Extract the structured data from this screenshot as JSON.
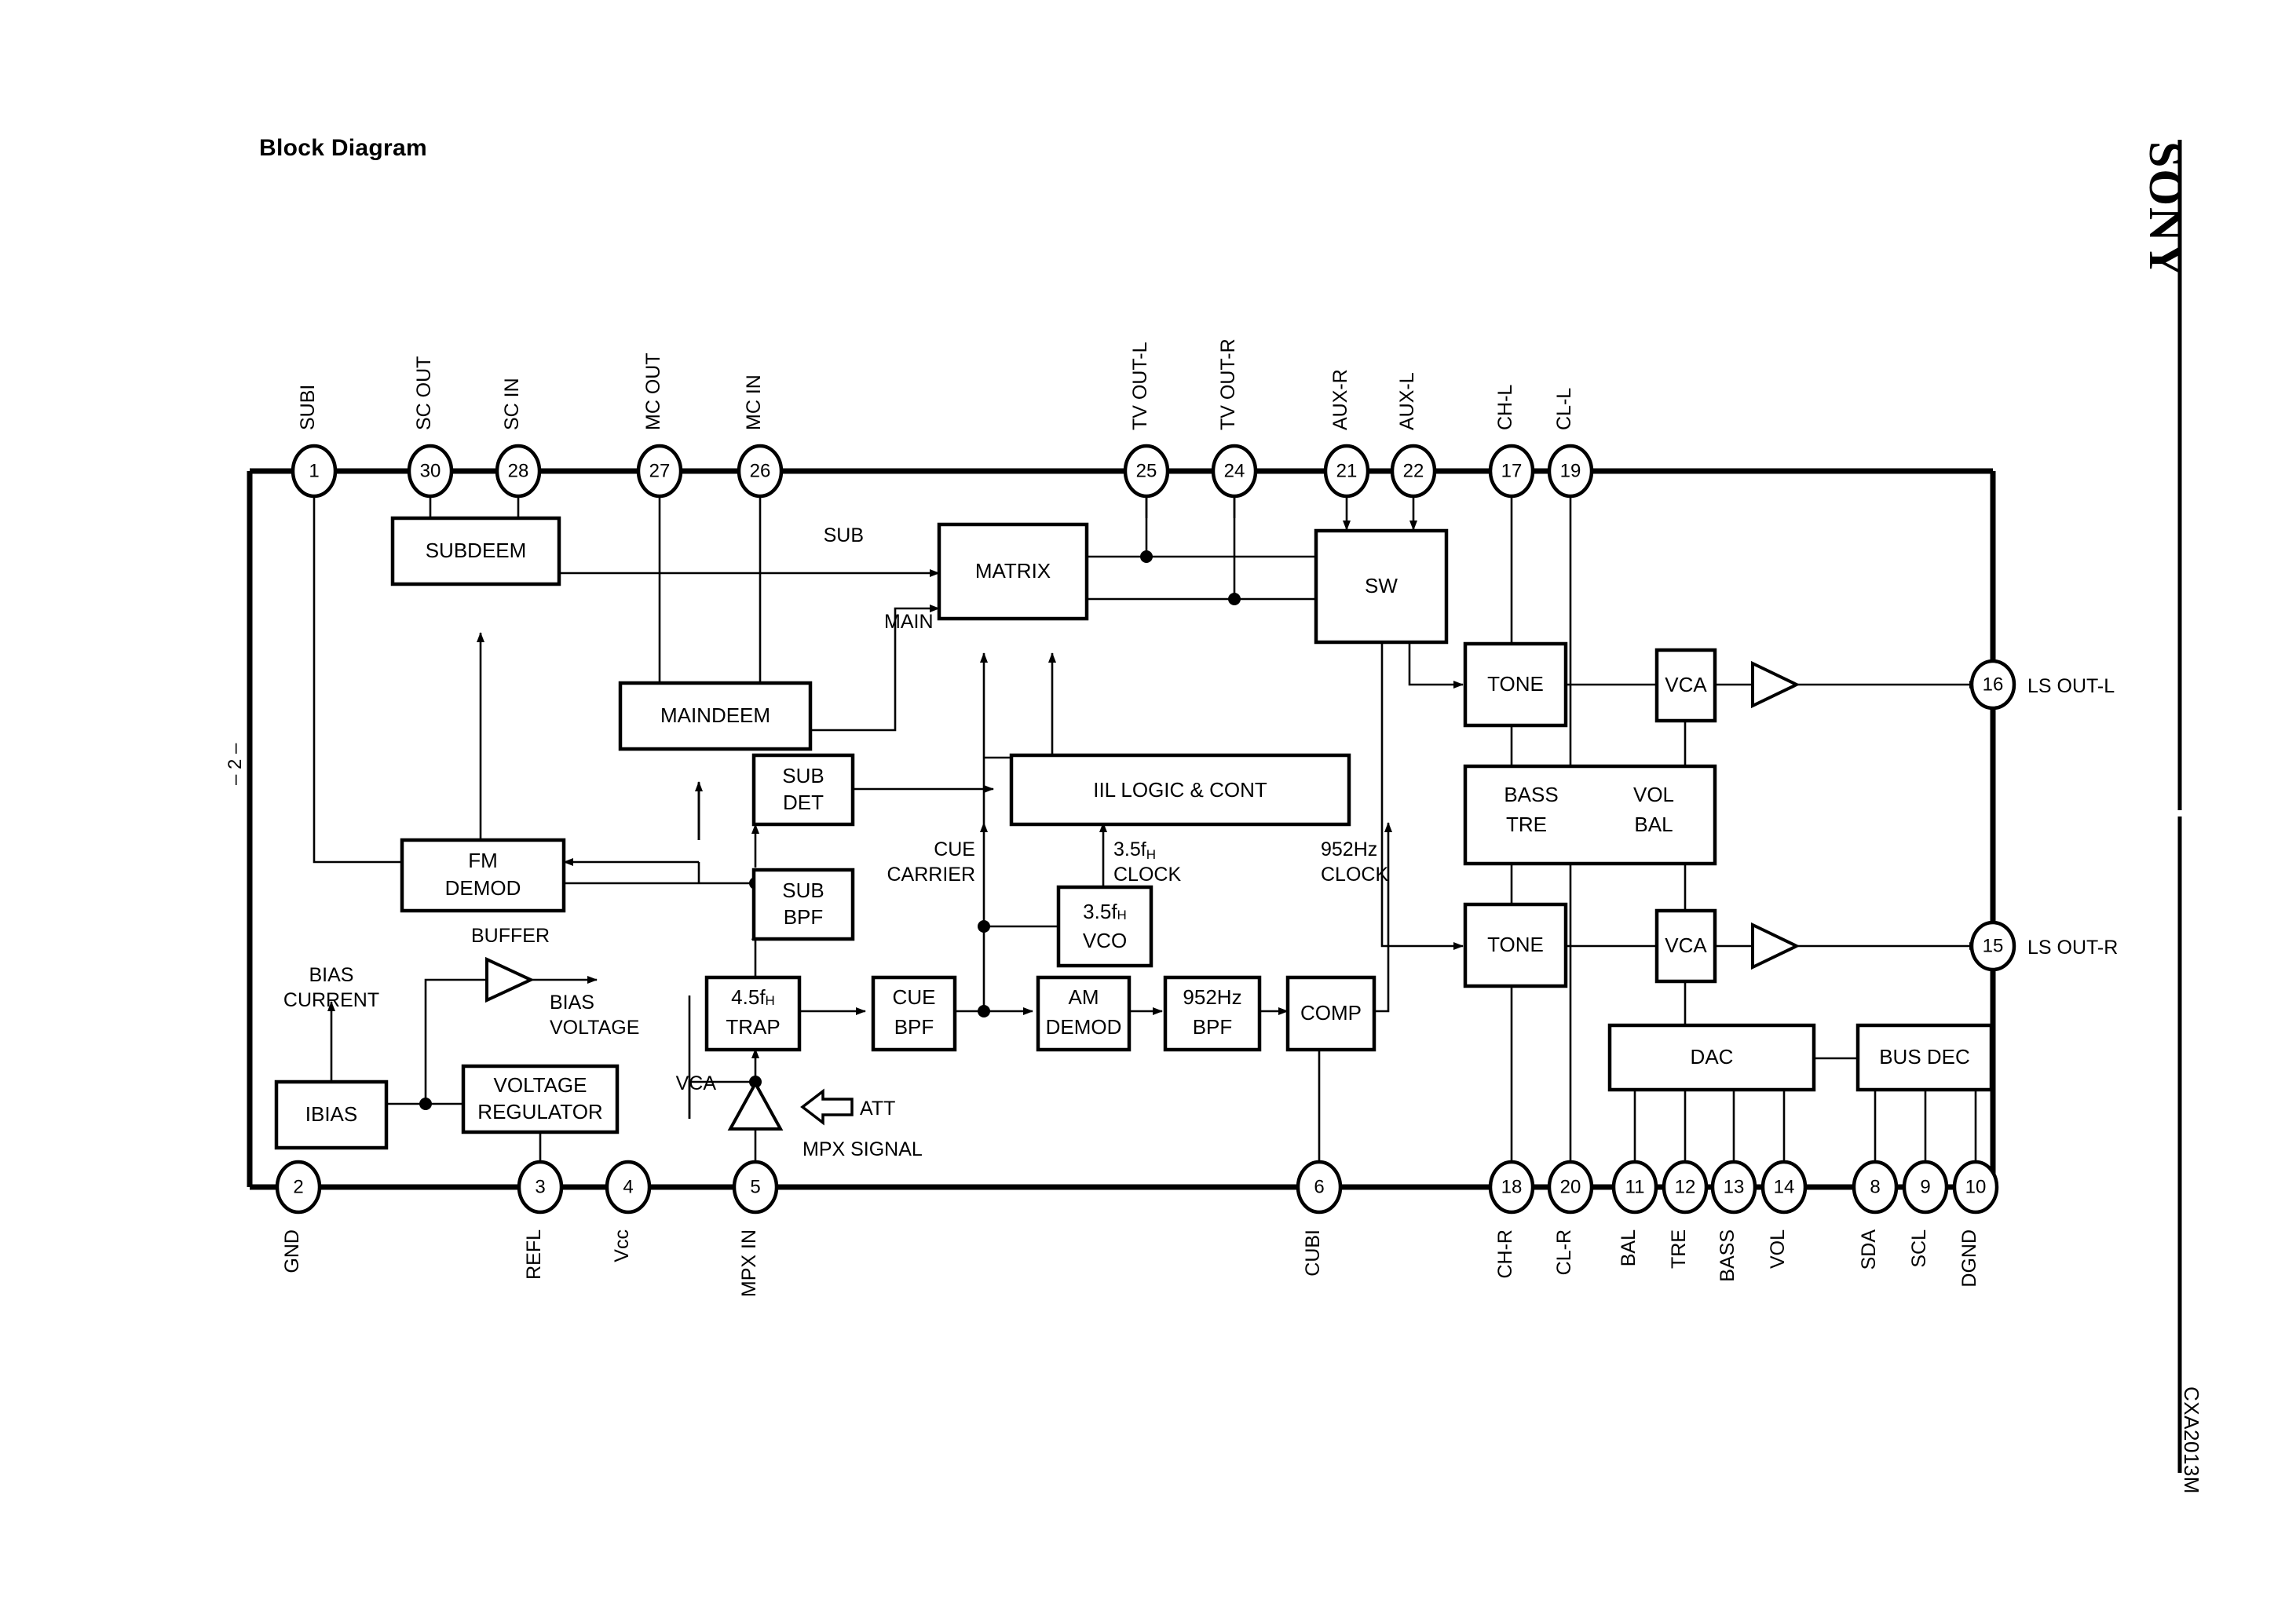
{
  "page": {
    "title": "Block Diagram",
    "brand": "SONY",
    "part_number": "CXA2013M",
    "page_marker": "– 2 –"
  },
  "blocks": [
    {
      "id": "subdeem",
      "label": "SUBDEEM"
    },
    {
      "id": "maindeem",
      "label": "MAINDEEM"
    },
    {
      "id": "matrix",
      "label": "MATRIX"
    },
    {
      "id": "sw",
      "label": "SW"
    },
    {
      "id": "fmdemod",
      "label": "FM",
      "label2": "DEMOD"
    },
    {
      "id": "subdet",
      "label": "SUB",
      "label2": "DET"
    },
    {
      "id": "subbpf",
      "label": "SUB",
      "label2": "BPF"
    },
    {
      "id": "iil",
      "label": "IIL LOGIC & CONT"
    },
    {
      "id": "vco",
      "label": "3.5fH",
      "label2": "VCO"
    },
    {
      "id": "trap",
      "label": "4.5fH",
      "label2": "TRAP"
    },
    {
      "id": "cuebpf",
      "label": "CUE",
      "label2": "BPF"
    },
    {
      "id": "amdemod",
      "label": "AM",
      "label2": "DEMOD"
    },
    {
      "id": "bpf952",
      "label": "952Hz",
      "label2": "BPF"
    },
    {
      "id": "comp",
      "label": "COMP"
    },
    {
      "id": "tone_l",
      "label": "TONE"
    },
    {
      "id": "tone_r",
      "label": "TONE"
    },
    {
      "id": "vca_l",
      "label": "VCA"
    },
    {
      "id": "vca_r",
      "label": "VCA"
    },
    {
      "id": "bassvol",
      "label": "BASS",
      "label2": "TRE",
      "label3": "VOL",
      "label4": "BAL"
    },
    {
      "id": "ibias",
      "label": "IBIAS"
    },
    {
      "id": "vreg",
      "label": "VOLTAGE",
      "label2": "REGULATOR"
    },
    {
      "id": "dac",
      "label": "DAC"
    },
    {
      "id": "busdec",
      "label": "BUS DEC"
    }
  ],
  "pins_top": [
    {
      "num": "1",
      "name": "SUBI"
    },
    {
      "num": "30",
      "name": "SC OUT"
    },
    {
      "num": "28",
      "name": "SC IN"
    },
    {
      "num": "27",
      "name": "MC OUT"
    },
    {
      "num": "26",
      "name": "MC IN"
    },
    {
      "num": "25",
      "name": "TV OUT-L"
    },
    {
      "num": "24",
      "name": "TV OUT-R"
    },
    {
      "num": "21",
      "name": "AUX-R"
    },
    {
      "num": "22",
      "name": "AUX-L"
    },
    {
      "num": "17",
      "name": "CH-L"
    },
    {
      "num": "19",
      "name": "CL-L"
    }
  ],
  "pins_bottom": [
    {
      "num": "2",
      "name": "GND"
    },
    {
      "num": "3",
      "name": "REFL"
    },
    {
      "num": "4",
      "name": "Vcc"
    },
    {
      "num": "5",
      "name": "MPX IN"
    },
    {
      "num": "6",
      "name": "CUBI"
    },
    {
      "num": "18",
      "name": "CH-R"
    },
    {
      "num": "20",
      "name": "CL-R"
    },
    {
      "num": "11",
      "name": "BAL"
    },
    {
      "num": "12",
      "name": "TRE"
    },
    {
      "num": "13",
      "name": "BASS"
    },
    {
      "num": "14",
      "name": "VOL"
    },
    {
      "num": "8",
      "name": "SDA"
    },
    {
      "num": "9",
      "name": "SCL"
    },
    {
      "num": "10",
      "name": "DGND"
    }
  ],
  "pins_right": [
    {
      "num": "16",
      "name": "LS OUT-L"
    },
    {
      "num": "15",
      "name": "LS OUT-R"
    }
  ],
  "signal_labels": {
    "sub": "SUB",
    "main": "MAIN",
    "cue_carrier_1": "CUE",
    "cue_carrier_2": "CARRIER",
    "clock35_1": "3.5fH",
    "clock35_2": "CLOCK",
    "clock952_1": "952Hz",
    "clock952_2": "CLOCK",
    "bias_current_1": "BIAS",
    "bias_current_2": "CURRENT",
    "buffer": "BUFFER",
    "bias_voltage_1": "BIAS",
    "bias_voltage_2": "VOLTAGE",
    "vca": "VCA",
    "att": "ATT",
    "mpx_signal": "MPX SIGNAL"
  },
  "chart_data": {
    "type": "diagram",
    "title": "Block Diagram",
    "device": "CXA2013M",
    "nodes": [
      "SUBDEEM",
      "MAINDEEM",
      "MATRIX",
      "SW",
      "FM DEMOD",
      "SUB DET",
      "SUB BPF",
      "IIL LOGIC & CONT",
      "3.5fH VCO",
      "4.5fH TRAP",
      "CUE BPF",
      "AM DEMOD",
      "952Hz BPF",
      "COMP",
      "TONE",
      "VCA",
      "BASS TRE VOL BAL",
      "IBIAS",
      "VOLTAGE REGULATOR",
      "DAC",
      "BUS DEC"
    ],
    "edges": [
      "SUBDEEM -> MATRIX (SUB)",
      "MAINDEEM -> MATRIX (MAIN)",
      "MATRIX -> SW",
      "MATRIX -> TV OUT-L (25)",
      "MATRIX -> TV OUT-R (24)",
      "SW -> TONE(L) -> VCA(L) -> LS OUT-L (16)",
      "SW -> TONE(R) -> VCA(R) -> LS OUT-R (15)",
      "FM DEMOD -> SUBDEEM",
      "FM DEMOD -> MAINDEEM",
      "4.5fH TRAP -> SUB BPF -> SUB DET -> IIL LOGIC & CONT",
      "4.5fH TRAP -> CUE BPF -> AM DEMOD -> 952Hz BPF -> COMP",
      "CUE BPF -> IIL LOGIC & CONT (CUE CARRIER)",
      "3.5fH VCO -> IIL LOGIC & CONT (3.5fH CLOCK)",
      "COMP -> IIL LOGIC & CONT (952Hz CLOCK)",
      "MPX IN (5) -> VCA(ATT) -> 4.5fH TRAP",
      "IBIAS -> BIAS CURRENT",
      "IBIAS -> VOLTAGE REGULATOR -> REFL (3)",
      "VOLTAGE REGULATOR -> BUFFER -> BIAS VOLTAGE",
      "DAC <-> BUS DEC",
      "DAC -> BAL(11), TRE(12), BASS(13), VOL(14)",
      "BUS DEC -> SDA(8), SCL(9), DGND(10)"
    ]
  }
}
